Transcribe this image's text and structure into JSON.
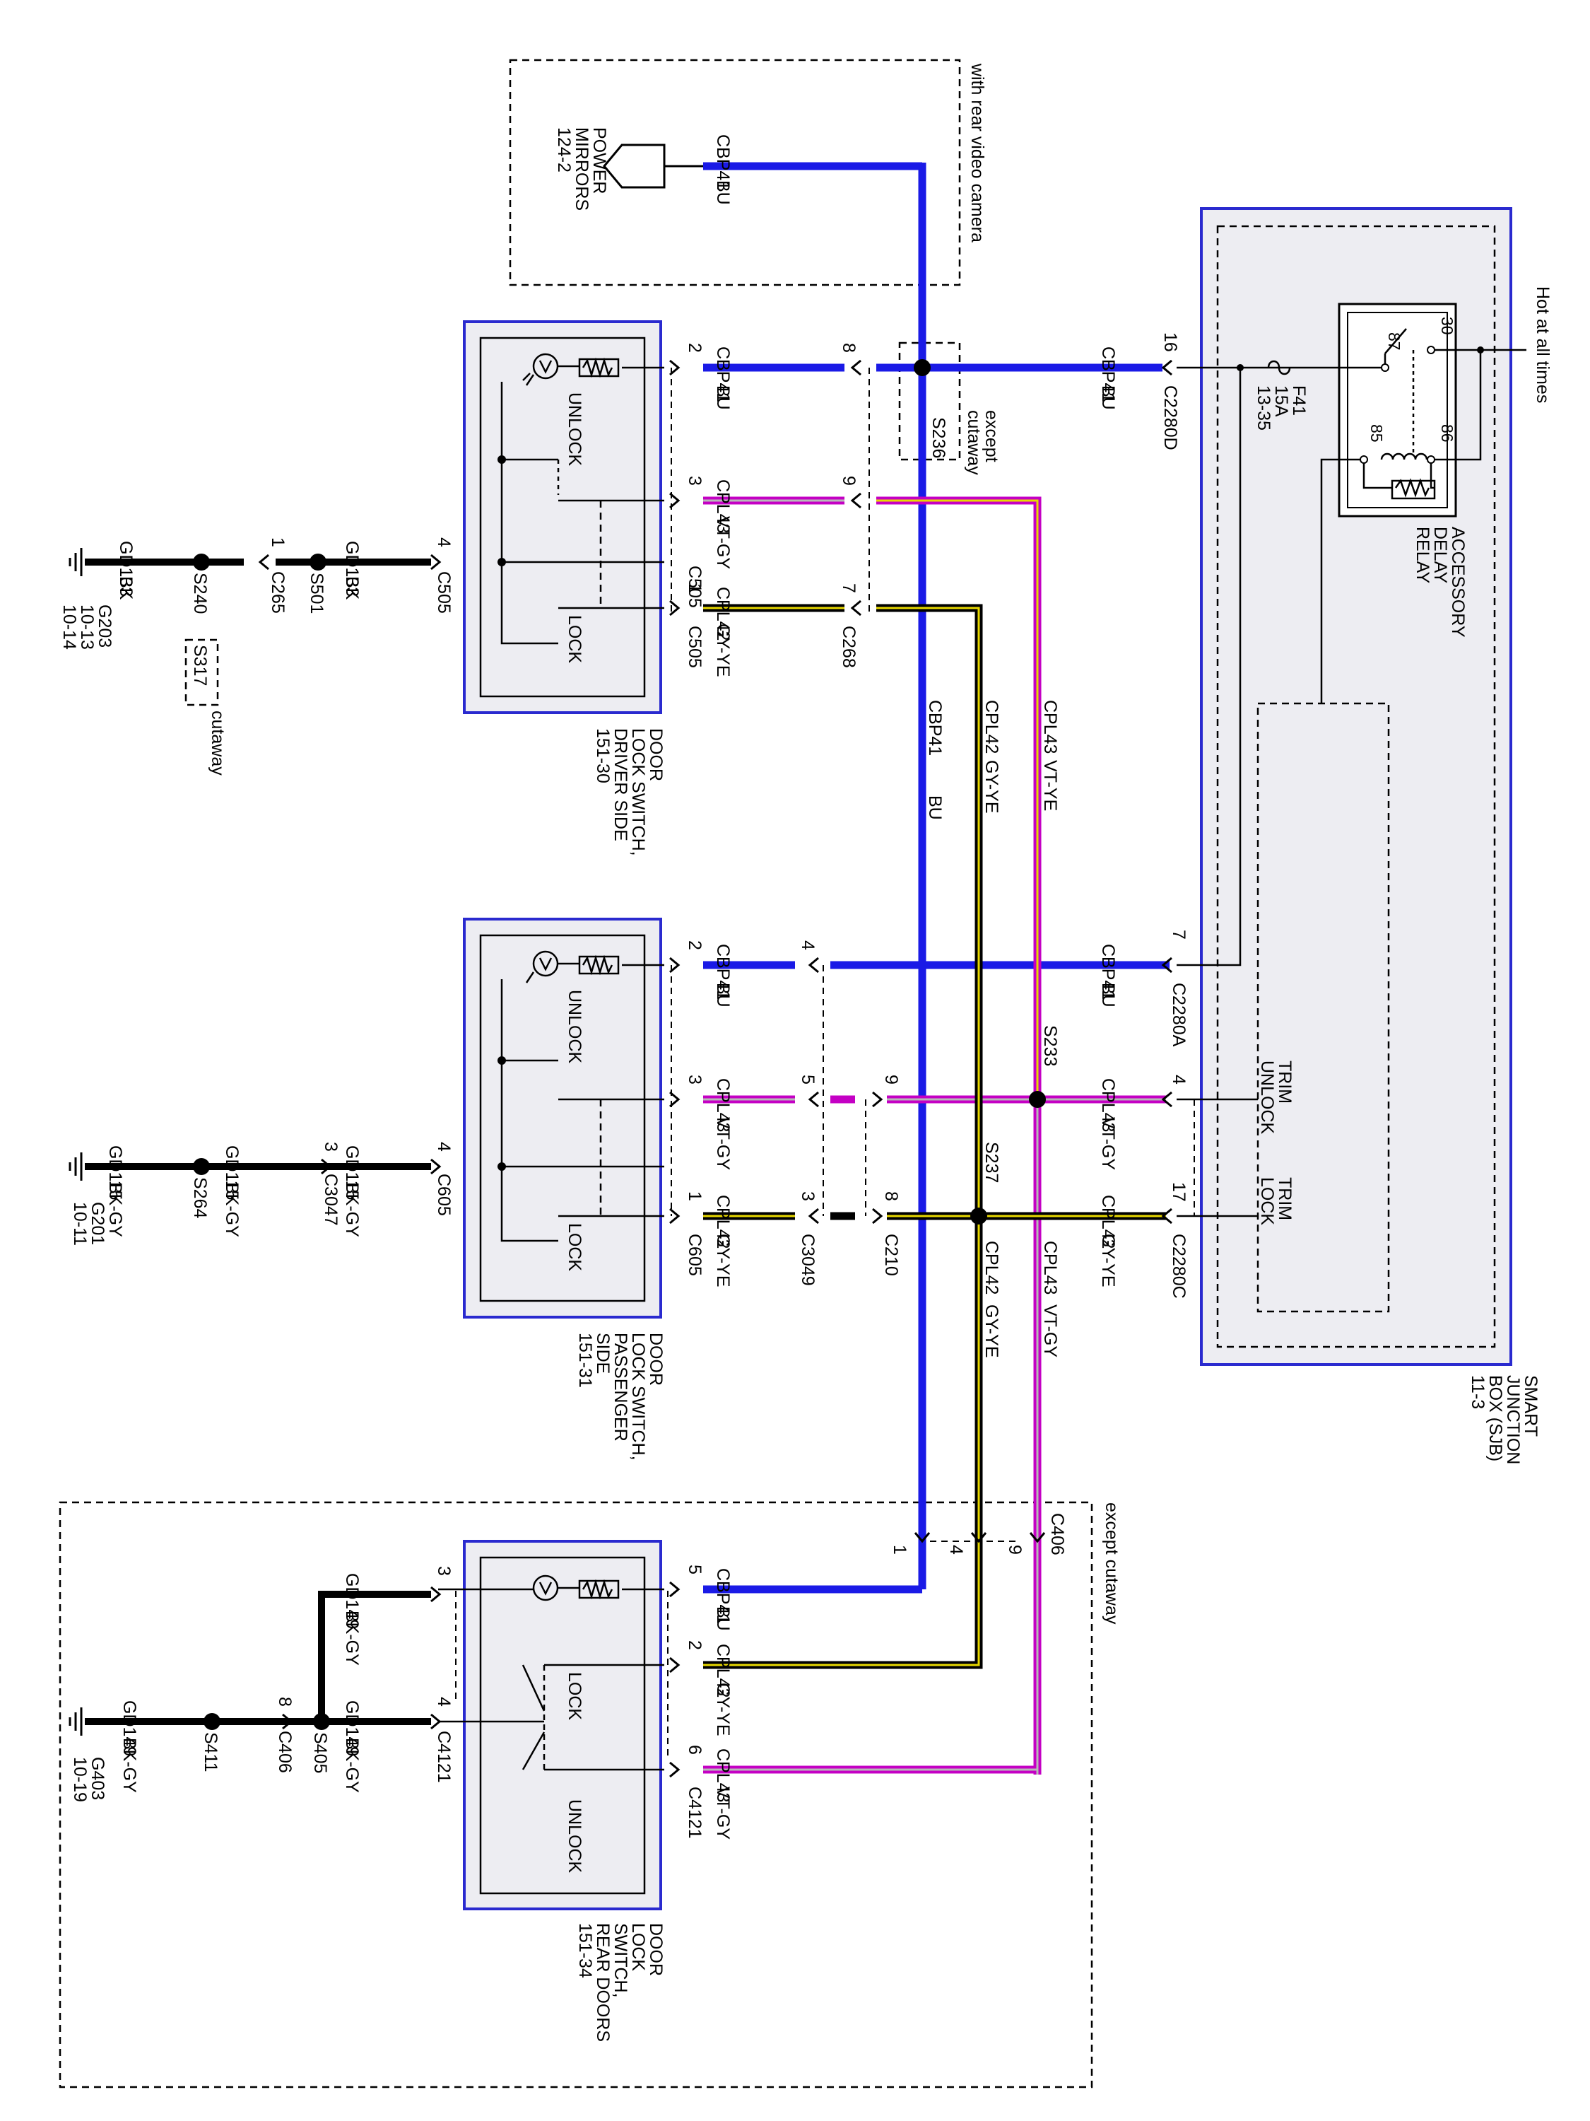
{
  "colors": {
    "bu": "#1a1ae6",
    "vt": "#c400c4",
    "ye": "#e8d800",
    "gy": "#b8b8b8",
    "bk": "#000000",
    "box_border": "#2a2acf",
    "box_fill": "#ededf2"
  },
  "labels": {
    "mirror_1": "POWER",
    "mirror_2": "MIRRORS",
    "mirror_3": "124-2",
    "rear_camera": "with rear video camera",
    "hot": "Hot at all times",
    "fuse_1": "F41",
    "fuse_2": "15A",
    "fuse_3": "13-35",
    "relay_1": "ACCESSORY",
    "relay_2": "DELAY",
    "relay_3": "RELAY",
    "p30": "30",
    "p87": "87",
    "p85": "85",
    "p86": "86",
    "sjb_1": "SMART",
    "sjb_2": "JUNCTION",
    "sjb_3": "BOX (SJB)",
    "sjb_4": "11-3",
    "trim_unlock_1": "TRIM",
    "trim_unlock_2": "UNLOCK",
    "trim_lock_1": "TRIM",
    "trim_lock_2": "LOCK",
    "cbp41": "CBP41",
    "cpl43": "CPL43",
    "cpl42": "CPL42",
    "bu": "BU",
    "vtgy": "VT-GY",
    "gyye": "GY-YE",
    "vtye": "VT-YE",
    "gd133": "GD133",
    "gd115": "GD115",
    "gd149": "GD149",
    "bk": "BK",
    "bkgy": "BK-GY",
    "unlock": "UNLOCK",
    "lock": "LOCK",
    "c505": "C505",
    "c605": "C605",
    "c4121": "C4121",
    "c268": "C268",
    "c3049": "C3049",
    "c210": "C210",
    "c3047": "C3047",
    "c265": "C265",
    "c406": "C406",
    "c2280d": "C2280D",
    "c2280a": "C2280A",
    "c2280c": "C2280C",
    "s236": "S236",
    "s233": "S233",
    "s237": "S237",
    "s240": "S240",
    "s317": "S317",
    "s501": "S501",
    "s264": "S264",
    "s411": "S411",
    "s405": "S405",
    "g203_1": "G203",
    "g203_2": "10-13",
    "g203_3": "10-14",
    "g201_1": "G201",
    "g201_2": "10-11",
    "g403_1": "G403",
    "g403_2": "10-19",
    "except_1": "except",
    "except_2": "cutaway",
    "cutaway": "cutaway",
    "except_cutaway": "except cutaway",
    "drv_1": "DOOR",
    "drv_2": "LOCK SWITCH,",
    "drv_3": "DRIVER SIDE",
    "drv_4": "151-30",
    "pas_1": "DOOR",
    "pas_2": "LOCK SWITCH,",
    "pas_3": "PASSENGER",
    "pas_4": "SIDE",
    "pas_5": "151-31",
    "rear_1": "DOOR",
    "rear_2": "LOCK",
    "rear_3": "SWITCH,",
    "rear_4": "REAR DOORS",
    "rear_5": "151-34",
    "n1": "1",
    "n2": "2",
    "n3": "3",
    "n4": "4",
    "n5": "5",
    "n6": "6",
    "n7": "7",
    "n8": "8",
    "n9": "9",
    "n16": "16",
    "n17": "17"
  }
}
